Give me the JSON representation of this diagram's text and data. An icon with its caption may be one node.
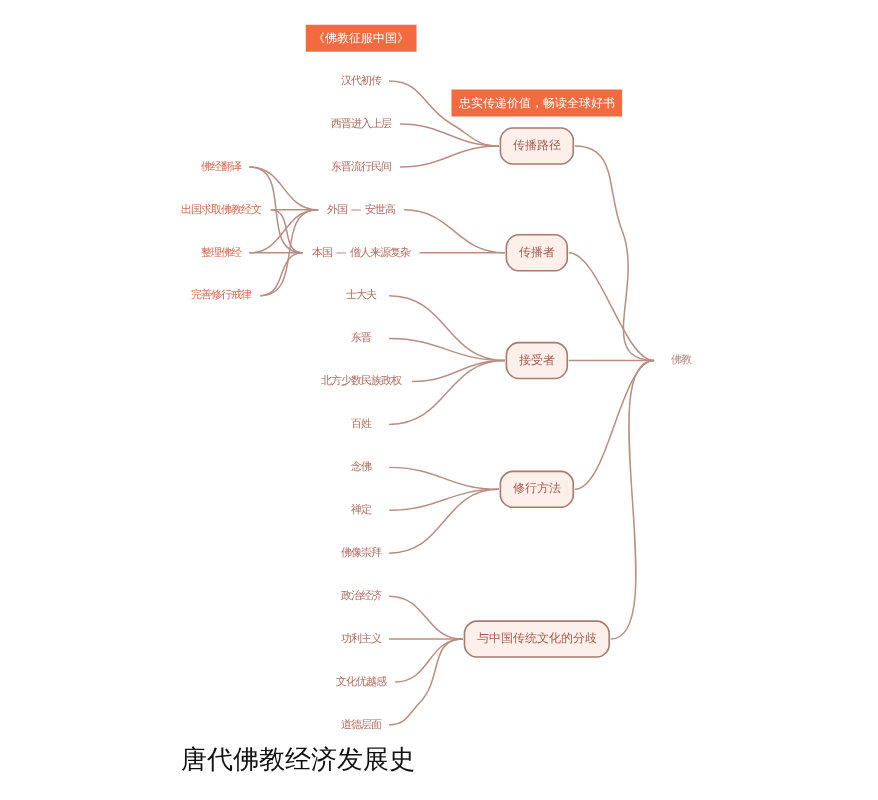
{
  "diagram": {
    "title": "唐代佛教经济发展史",
    "nodes": [
      {
        "text": [
          "佛教"
        ]
      },
      {
        "text": [
          "传播路径"
        ]
      },
      {
        "text": [
          "汉代初传"
        ]
      },
      {
        "text": [
          "西晋进入上层"
        ]
      },
      {
        "text": [
          "东晋流行民间"
        ]
      },
      {
        "text": [
          "传播者"
        ]
      },
      {
        "text": [
          "外国 — 安世高"
        ]
      },
      {
        "text": [
          "本国 — 僧人来源复杂"
        ]
      },
      {
        "text": [
          "佛经翻译"
        ]
      },
      {
        "text": [
          "出国求取佛教经文"
        ]
      },
      {
        "text": [
          "整理佛经"
        ]
      },
      {
        "text": [
          "完善修行戒律"
        ]
      },
      {
        "text": [
          "接受者"
        ]
      },
      {
        "text": [
          "士大夫"
        ]
      },
      {
        "text": [
          "东晋"
        ]
      },
      {
        "text": [
          "北方少数民族政权"
        ]
      },
      {
        "text": [
          "百姓"
        ]
      },
      {
        "text": [
          "修行方法"
        ]
      },
      {
        "text": [
          "念佛"
        ]
      },
      {
        "text": [
          "禅定"
        ]
      },
      {
        "text": [
          "佛像崇拜"
        ]
      },
      {
        "text": [
          "与中国传统文化的分歧"
        ]
      },
      {
        "text": [
          "政治经济"
        ]
      },
      {
        "text": [
          "功利主义"
        ]
      },
      {
        "text": [
          "文化优越感"
        ]
      },
      {
        "text": [
          "道德层面"
        ]
      }
    ],
    "edges": [
      {
        "from": 0,
        "to": 1,
        "arrow": "none"
      },
      {
        "from": 1,
        "to": 2,
        "arrow": "none"
      },
      {
        "from": 1,
        "to": 3,
        "arrow": "none"
      },
      {
        "from": 1,
        "to": 4,
        "arrow": "none"
      },
      {
        "from": 0,
        "to": 5,
        "arrow": "none"
      },
      {
        "from": 5,
        "to": 6,
        "arrow": "none"
      },
      {
        "from": 5,
        "to": 7,
        "arrow": "none"
      },
      {
        "from": 6,
        "to": 8,
        "arrow": "none"
      },
      {
        "from": 6,
        "to": 9,
        "arrow": "none"
      },
      {
        "from": 6,
        "to": 10,
        "arrow": "none"
      },
      {
        "from": 6,
        "to": 11,
        "arrow": "none"
      },
      {
        "from": 7,
        "to": 8,
        "arrow": "none"
      },
      {
        "from": 7,
        "to": 9,
        "arrow": "none"
      },
      {
        "from": 7,
        "to": 10,
        "arrow": "none"
      },
      {
        "from": 7,
        "to": 11,
        "arrow": "none"
      },
      {
        "from": 0,
        "to": 12,
        "arrow": "none"
      },
      {
        "from": 12,
        "to": 13,
        "arrow": "none"
      },
      {
        "from": 12,
        "to": 14,
        "arrow": "none"
      },
      {
        "from": 12,
        "to": 15,
        "arrow": "none"
      },
      {
        "from": 12,
        "to": 16,
        "arrow": "none"
      },
      {
        "from": 0,
        "to": 17,
        "arrow": "none"
      },
      {
        "from": 17,
        "to": 18,
        "arrow": "none"
      },
      {
        "from": 17,
        "to": 19,
        "arrow": "none"
      },
      {
        "from": 17,
        "to": 20,
        "arrow": "none"
      },
      {
        "from": 0,
        "to": 21,
        "arrow": "none"
      },
      {
        "from": 21,
        "to": 22,
        "arrow": "none"
      },
      {
        "from": 21,
        "to": 23,
        "arrow": "none"
      },
      {
        "from": 21,
        "to": 24,
        "arrow": "none"
      },
      {
        "from": 21,
        "to": 25,
        "arrow": "none"
      }
    ],
    "labels": [
      "《佛教征服中国》",
      "忠实传递价值，畅读全球好书"
    ]
  }
}
